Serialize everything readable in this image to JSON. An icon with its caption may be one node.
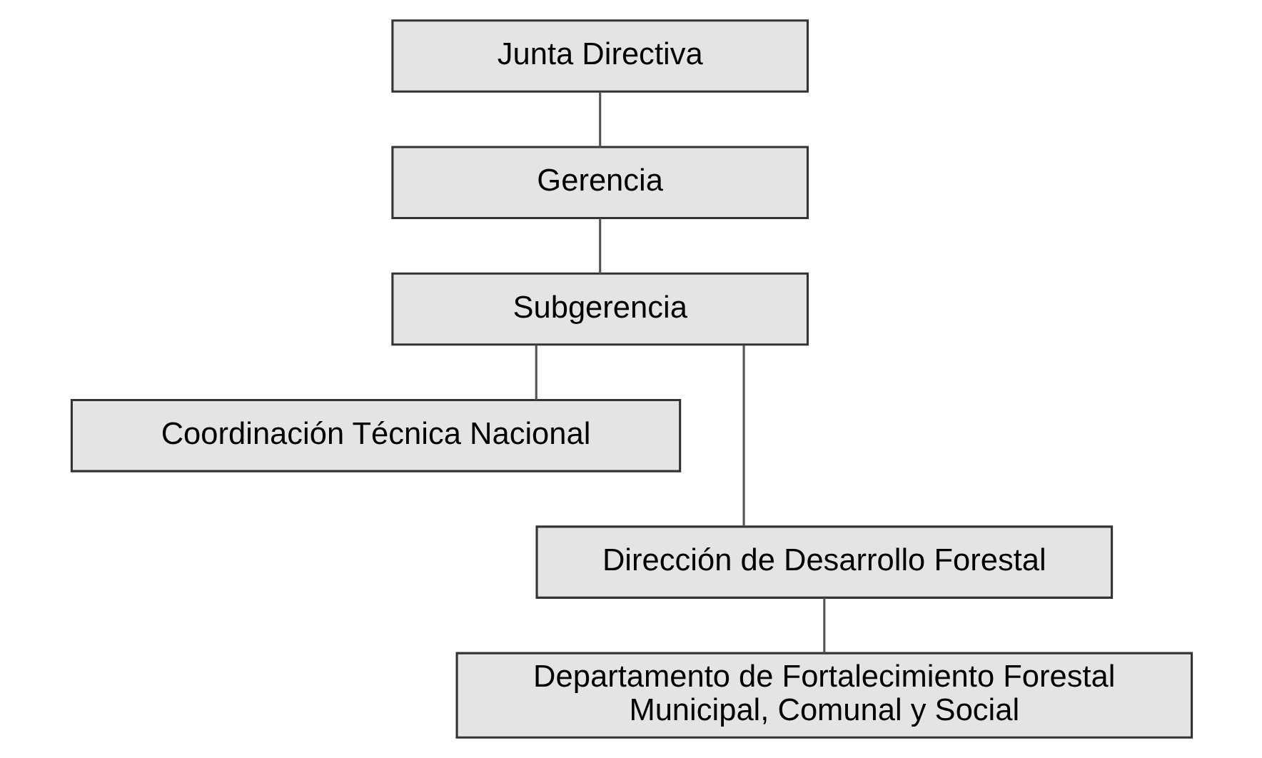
{
  "diagram": {
    "nodes": [
      {
        "text": [
          "Junta Directiva"
        ]
      },
      {
        "text": [
          "Gerencia"
        ]
      },
      {
        "text": [
          "Subgerencia"
        ]
      },
      {
        "text": [
          "Coordinación Técnica Nacional"
        ]
      },
      {
        "text": [
          "Dirección de Desarrollo Forestal"
        ]
      },
      {
        "text": [
          "Departamento de Fortalecimiento Forestal Municipal, Comunal y Social"
        ]
      }
    ],
    "edges": [
      {
        "from": 0,
        "to": 1,
        "arrow": "none"
      },
      {
        "from": 1,
        "to": 2,
        "arrow": "none"
      },
      {
        "from": 2,
        "to": 3,
        "arrow": "none"
      },
      {
        "from": 2,
        "to": 4,
        "arrow": "none"
      },
      {
        "from": 4,
        "to": 5,
        "arrow": "none"
      }
    ]
  }
}
